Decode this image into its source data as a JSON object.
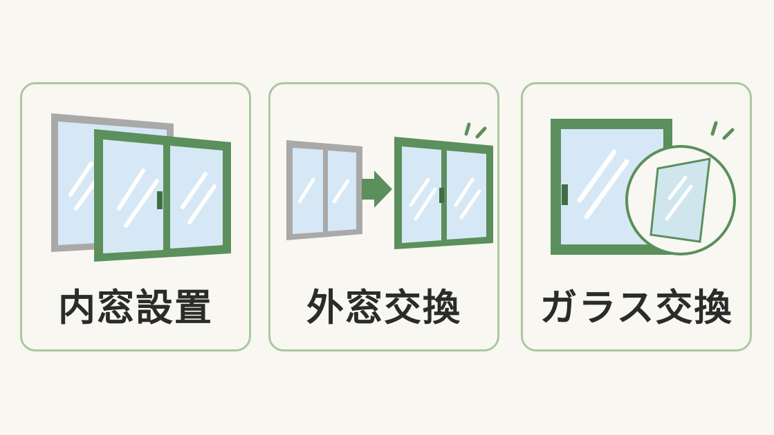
{
  "cards": [
    {
      "id": "inner-window",
      "label": "内窓設置",
      "icon": "double-window-icon"
    },
    {
      "id": "outer-window",
      "label": "外窓交換",
      "icon": "window-replace-icon"
    },
    {
      "id": "glass",
      "label": "ガラス交換",
      "icon": "glass-replace-icon"
    }
  ],
  "colors": {
    "background": "#f9f7f2",
    "card_border": "#a9c8a0",
    "green_frame": "#5b8f5c",
    "grey_frame": "#a9a9a9",
    "glass": "#d6e8f5",
    "text": "#2b2b2b"
  }
}
